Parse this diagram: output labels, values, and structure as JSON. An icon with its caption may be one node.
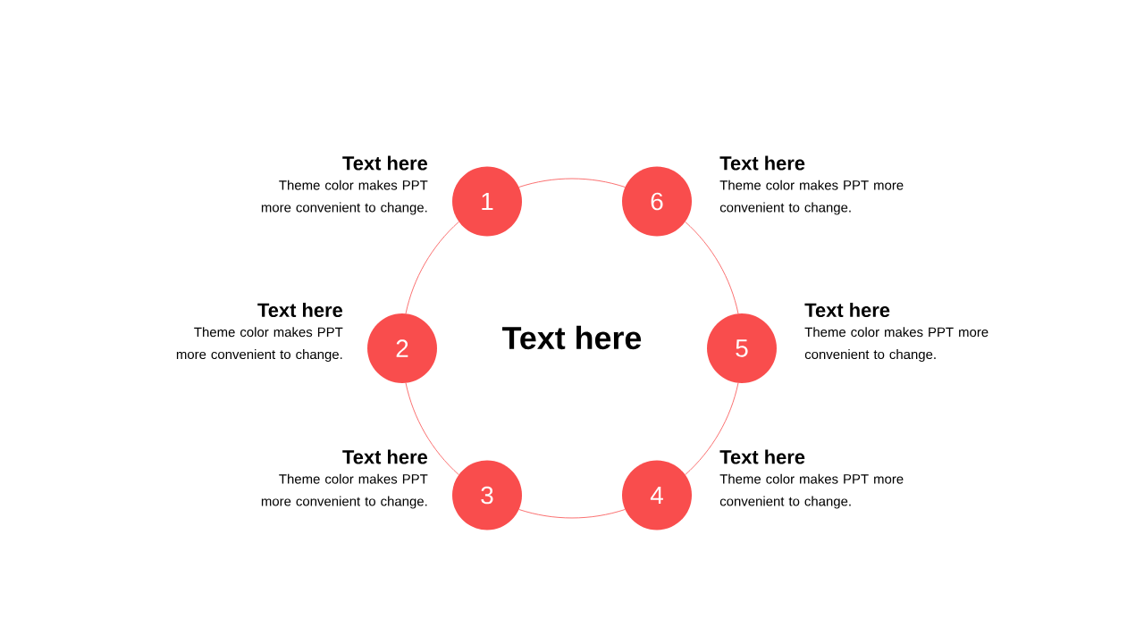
{
  "diagram": {
    "nodes": [
      {
        "text": [
          "1"
        ],
        "beside": [
          "Text here",
          "Theme color makes PPT more convenient to change."
        ]
      },
      {
        "text": [
          "2"
        ],
        "beside": [
          "Text here",
          "Theme color makes PPT more convenient to change."
        ]
      },
      {
        "text": [
          "3"
        ],
        "beside": [
          "Text here",
          "Theme color makes PPT more convenient to change."
        ]
      },
      {
        "text": [
          "4"
        ],
        "beside": [
          "Text here",
          "Theme color makes PPT more convenient to change."
        ]
      },
      {
        "text": [
          "5"
        ],
        "beside": [
          "Text here",
          "Theme color makes PPT more convenient to change."
        ]
      },
      {
        "text": [
          "6"
        ],
        "beside": [
          "Text here",
          "Theme color makes PPT more convenient to change."
        ]
      }
    ],
    "edges": [
      {
        "from": 0,
        "to": 1,
        "arrow": "none"
      },
      {
        "from": 1,
        "to": 2,
        "arrow": "none"
      },
      {
        "from": 2,
        "to": 3,
        "arrow": "none"
      },
      {
        "from": 3,
        "to": 4,
        "arrow": "none"
      },
      {
        "from": 4,
        "to": 5,
        "arrow": "none"
      },
      {
        "from": 5,
        "to": 0,
        "arrow": "none"
      }
    ],
    "labels": [
      "Text here"
    ]
  }
}
